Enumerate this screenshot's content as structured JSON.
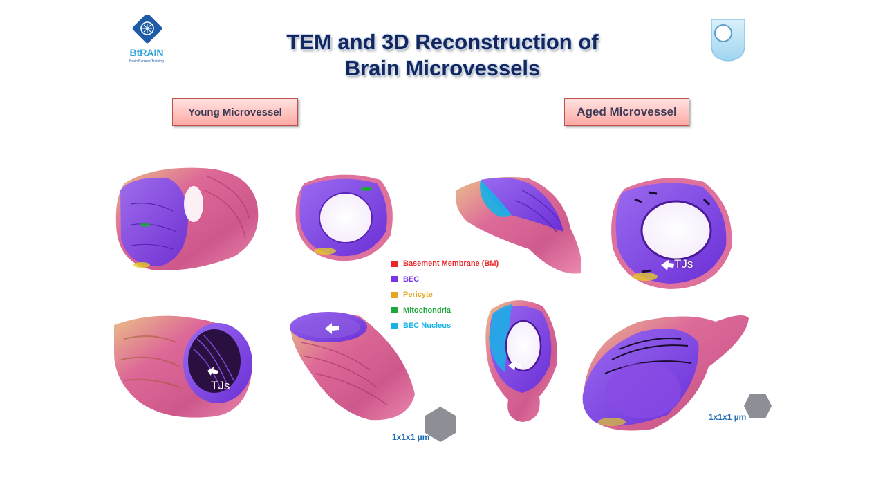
{
  "title": {
    "line1": "TEM and 3D Reconstruction of",
    "line2": "Brain Microvessels"
  },
  "logo": {
    "name": "BtRAIN",
    "tagline": "Brain Barriers Training"
  },
  "labels": {
    "young": "Young  Microvessel",
    "aged": "Aged Microvessel"
  },
  "legend": [
    {
      "label": "Basement Membrane (BM)",
      "color": "#e8262a"
    },
    {
      "label": "BEC",
      "color": "#7a35e8"
    },
    {
      "label": "Pericyte",
      "color": "#e3a81f"
    },
    {
      "label": "Mitochondria",
      "color": "#1da83c"
    },
    {
      "label": "BEC Nucleus",
      "color": "#16b2e6"
    }
  ],
  "annotations": {
    "tj": "TJs"
  },
  "scale": {
    "label": "1x1x1 µm"
  },
  "colors": {
    "title": "#12275e",
    "bm": "#e8262a",
    "bec": "#8a4ce6",
    "pericyte": "#e3a81f",
    "mitochondria": "#1da83c",
    "nucleus": "#16b2e6",
    "scale_text": "#1f6fb3"
  }
}
